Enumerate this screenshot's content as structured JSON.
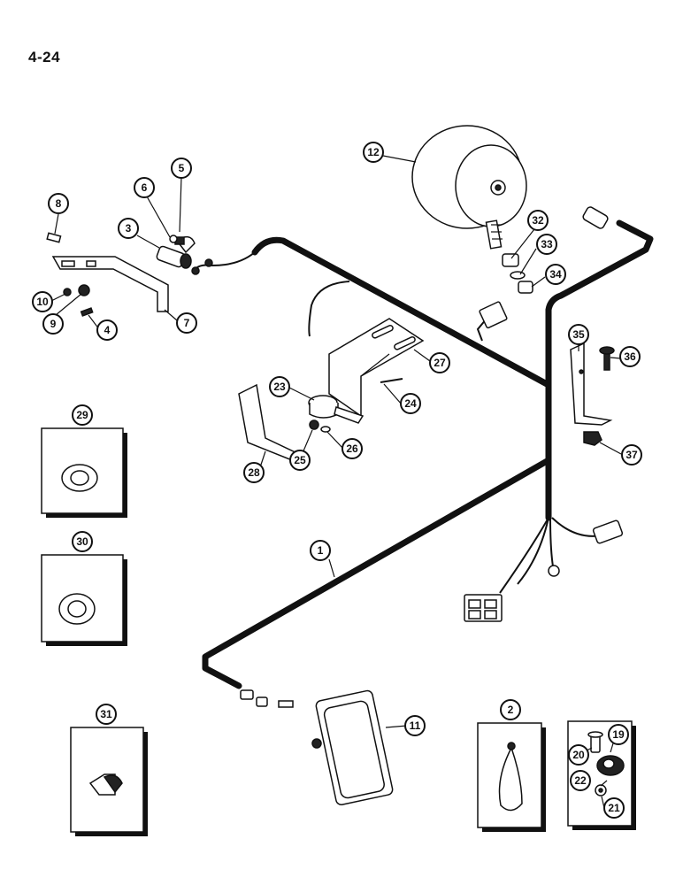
{
  "page_number": "4-24",
  "callouts": [
    {
      "id": "c1",
      "label": "1"
    },
    {
      "id": "c2",
      "label": "2"
    },
    {
      "id": "c3",
      "label": "3"
    },
    {
      "id": "c4",
      "label": "4"
    },
    {
      "id": "c5",
      "label": "5"
    },
    {
      "id": "c6",
      "label": "6"
    },
    {
      "id": "c7",
      "label": "7"
    },
    {
      "id": "c8",
      "label": "8"
    },
    {
      "id": "c9",
      "label": "9"
    },
    {
      "id": "c10",
      "label": "10"
    },
    {
      "id": "c11",
      "label": "11"
    },
    {
      "id": "c12",
      "label": "12"
    },
    {
      "id": "c19",
      "label": "19"
    },
    {
      "id": "c20",
      "label": "20"
    },
    {
      "id": "c21",
      "label": "21"
    },
    {
      "id": "c22",
      "label": "22"
    },
    {
      "id": "c23",
      "label": "23"
    },
    {
      "id": "c24",
      "label": "24"
    },
    {
      "id": "c25",
      "label": "25"
    },
    {
      "id": "c26",
      "label": "26"
    },
    {
      "id": "c27",
      "label": "27"
    },
    {
      "id": "c28",
      "label": "28"
    },
    {
      "id": "c29",
      "label": "29"
    },
    {
      "id": "c30",
      "label": "30"
    },
    {
      "id": "c31",
      "label": "31"
    },
    {
      "id": "c32",
      "label": "32"
    },
    {
      "id": "c33",
      "label": "33"
    },
    {
      "id": "c34",
      "label": "34"
    },
    {
      "id": "c35",
      "label": "35"
    },
    {
      "id": "c36",
      "label": "36"
    },
    {
      "id": "c37",
      "label": "37"
    }
  ]
}
